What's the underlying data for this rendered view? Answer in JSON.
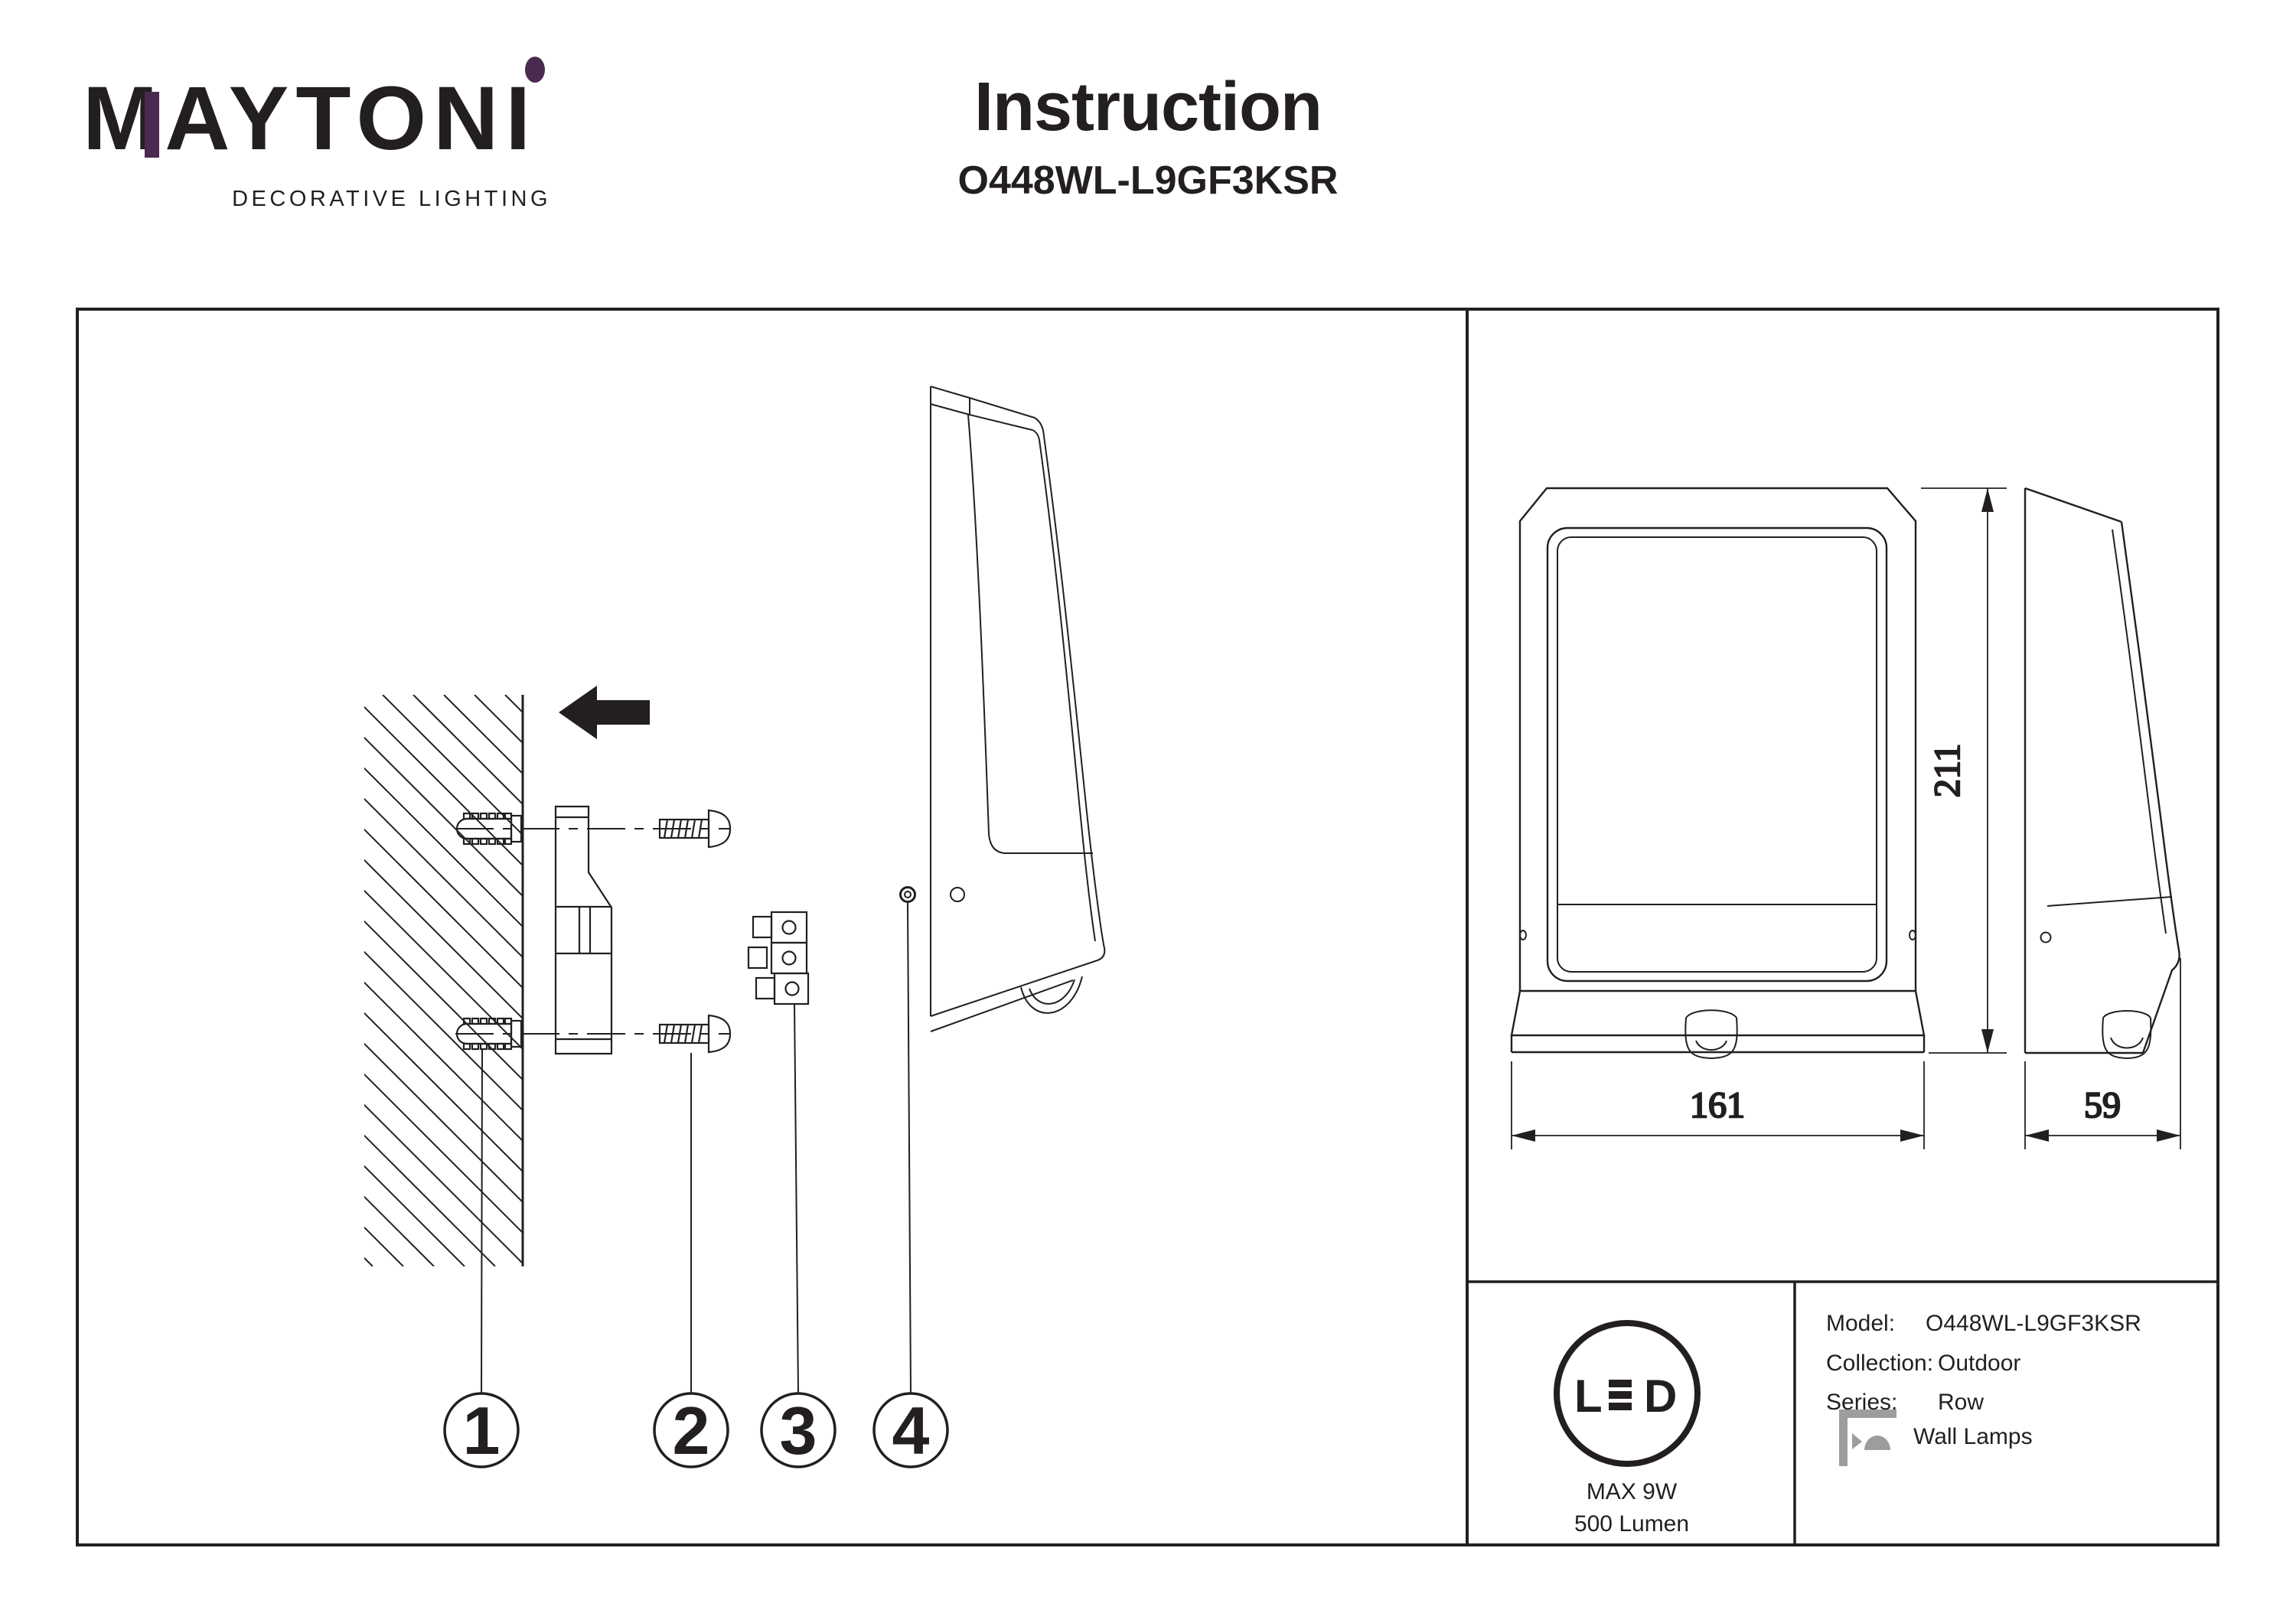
{
  "brand": {
    "name": "MAYTONI",
    "tagline": "DECORATIVE LIGHTING"
  },
  "header": {
    "title": "Instruction",
    "model": "O448WL-L9GF3KSR"
  },
  "diagram": {
    "callouts": [
      "1",
      "2",
      "3",
      "4"
    ]
  },
  "dimensions": {
    "width": "161",
    "height": "211",
    "depth": "59"
  },
  "spec": {
    "led_l": "L",
    "led_d": "D",
    "max_power": "MAX 9W",
    "flux": "500 Lumen"
  },
  "info": {
    "model_label": "Model:",
    "model_value": "O448WL-L9GF3KSR",
    "collection_label": "Collection:",
    "collection_value": "Outdoor",
    "series_label": "Series:",
    "series_value": "Row",
    "series_value2": "Wall Lamps"
  },
  "colors": {
    "ink": "#231f20",
    "accent": "#4b2a4f",
    "icon_gray": "#9d9d9d"
  }
}
